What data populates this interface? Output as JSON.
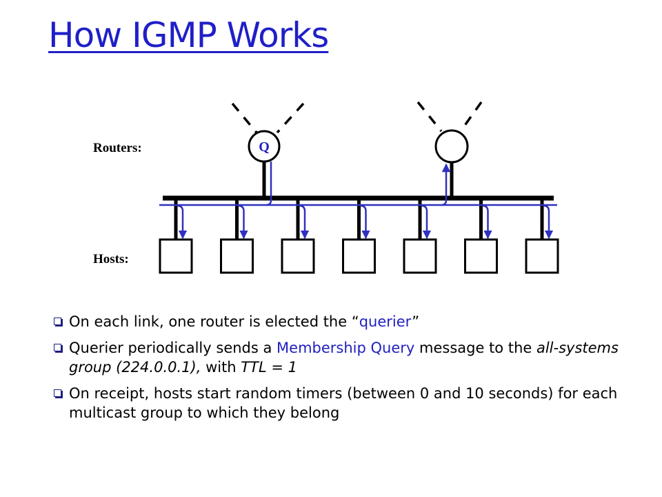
{
  "title": "How IGMP Works",
  "diagram": {
    "routers_label": "Routers:",
    "hosts_label": "Hosts:",
    "querier_mark": "Q",
    "host_count": 7
  },
  "bullets": [
    {
      "parts": [
        {
          "text": "On each link, one router is elected the “",
          "style": "normal"
        },
        {
          "text": "querier",
          "style": "blue"
        },
        {
          "text": "”",
          "style": "normal"
        }
      ]
    },
    {
      "parts": [
        {
          "text": "Querier periodically sends a ",
          "style": "normal"
        },
        {
          "text": "Membership Query",
          "style": "blue"
        },
        {
          "text": " message to the ",
          "style": "normal"
        },
        {
          "text": "all-systems group (224.0.0.1),",
          "style": "italic"
        },
        {
          "text": " with ",
          "style": "normal"
        },
        {
          "text": "TTL = 1",
          "style": "italic"
        }
      ]
    },
    {
      "parts": [
        {
          "text": "On receipt, hosts start random timers (between 0 and 10 seconds) for each multicast group to which they belong",
          "style": "normal"
        }
      ]
    }
  ],
  "colors": {
    "title": "#1f1fc8",
    "message_path": "#3030c0",
    "line": "#000000"
  }
}
